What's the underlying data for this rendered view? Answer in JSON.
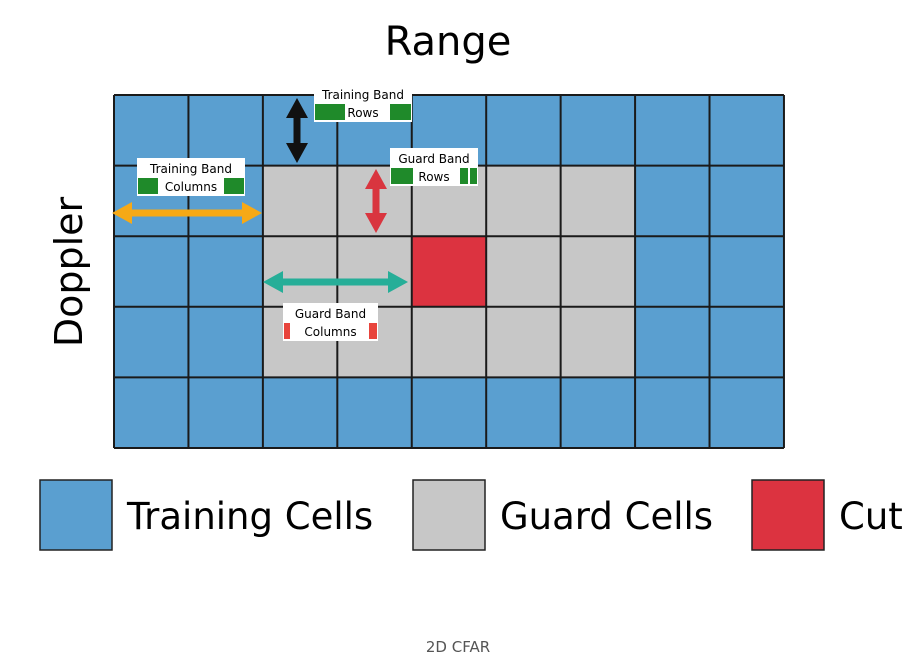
{
  "diagram": {
    "title": "Range",
    "ylabel": "Doppler",
    "grid": {
      "rows": 5,
      "cols": 9,
      "cells": [
        [
          "T",
          "T",
          "T",
          "T",
          "T",
          "T",
          "T",
          "T",
          "T"
        ],
        [
          "T",
          "T",
          "G",
          "G",
          "G",
          "G",
          "G",
          "T",
          "T"
        ],
        [
          "T",
          "T",
          "G",
          "G",
          "C",
          "G",
          "G",
          "T",
          "T"
        ],
        [
          "T",
          "T",
          "G",
          "G",
          "G",
          "G",
          "G",
          "T",
          "T"
        ],
        [
          "T",
          "T",
          "T",
          "T",
          "T",
          "T",
          "T",
          "T",
          "T"
        ]
      ]
    },
    "annotations": {
      "training_band_rows": [
        "Training Band",
        "Rows"
      ],
      "training_band_columns": [
        "Training Band",
        "Columns"
      ],
      "guard_band_rows": [
        "Guard Band",
        "Rows"
      ],
      "guard_band_columns": [
        "Guard Band",
        "Columns"
      ]
    },
    "legend": [
      {
        "key": "T",
        "label": "Training Cells"
      },
      {
        "key": "G",
        "label": "Guard Cells"
      },
      {
        "key": "C",
        "label": "Cut"
      }
    ],
    "colors": {
      "training": "#5a9fd0",
      "guard": "#c7c7c7",
      "cut": "#dc3340",
      "grid_line": "#1a1a1a",
      "arrow_training_rows": "#111111",
      "arrow_training_columns": "#f6a916",
      "arrow_guard_rows": "#d9353f",
      "arrow_guard_columns": "#26ae98",
      "label_bar_green": "#1f8a2a",
      "label_bar_red": "#e8443c"
    }
  },
  "caption": "2D CFAR"
}
